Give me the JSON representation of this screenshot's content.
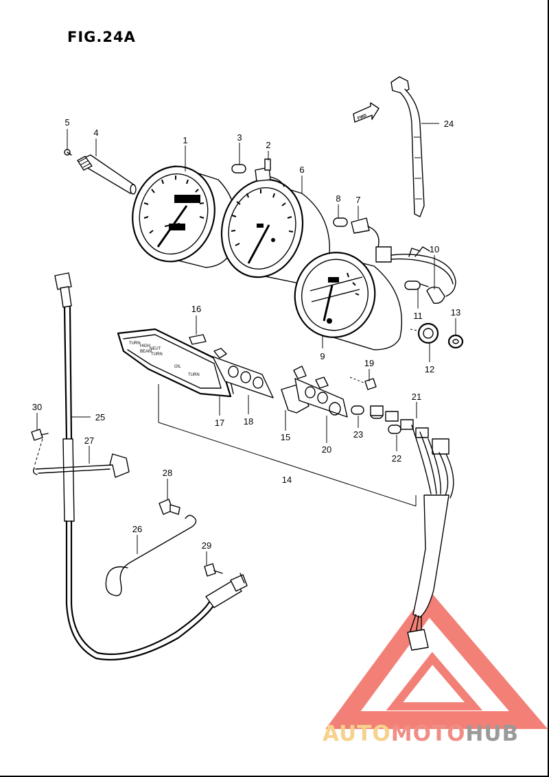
{
  "figure": {
    "title": "FIG.24A"
  },
  "fwd_label": "FWD",
  "panel_labels": [
    "TURN",
    "HIGH",
    "NEUT",
    "BEAM",
    "TURN",
    "OIL",
    "TURN"
  ],
  "callouts": [
    "1",
    "2",
    "3",
    "4",
    "5",
    "6",
    "7",
    "8",
    "9",
    "10",
    "11",
    "12",
    "13",
    "14",
    "15",
    "16",
    "17",
    "18",
    "19",
    "20",
    "21",
    "22",
    "23",
    "24",
    "25",
    "26",
    "27",
    "28",
    "29",
    "30"
  ],
  "watermark": {
    "part1": "AUTO",
    "part2": "MOTO",
    "part3": "HUB"
  },
  "colors": {
    "line": "#000000",
    "logo_red": "#f06a60",
    "logo_yellow": "#f6d28c",
    "logo_gray": "#9a9a9a"
  }
}
